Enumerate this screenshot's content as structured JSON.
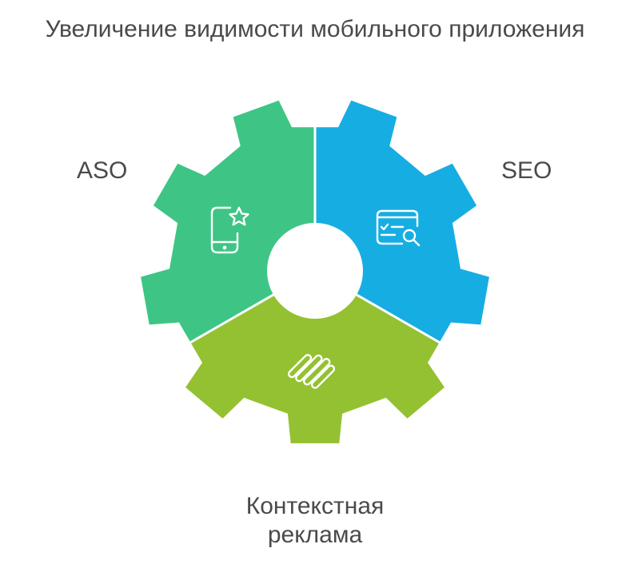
{
  "title": "Увеличение видимости мобильного приложения",
  "segments": [
    {
      "id": "aso",
      "label": "ASO",
      "color": "#3ec585",
      "icon": "mobile-star-icon"
    },
    {
      "id": "seo",
      "label": "SEO",
      "color": "#16ade3",
      "icon": "web-search-icon"
    },
    {
      "id": "ads",
      "label_line1": "Контекстная",
      "label_line2": "реклама",
      "color": "#94c132",
      "icon": "paperclips-icon"
    }
  ]
}
